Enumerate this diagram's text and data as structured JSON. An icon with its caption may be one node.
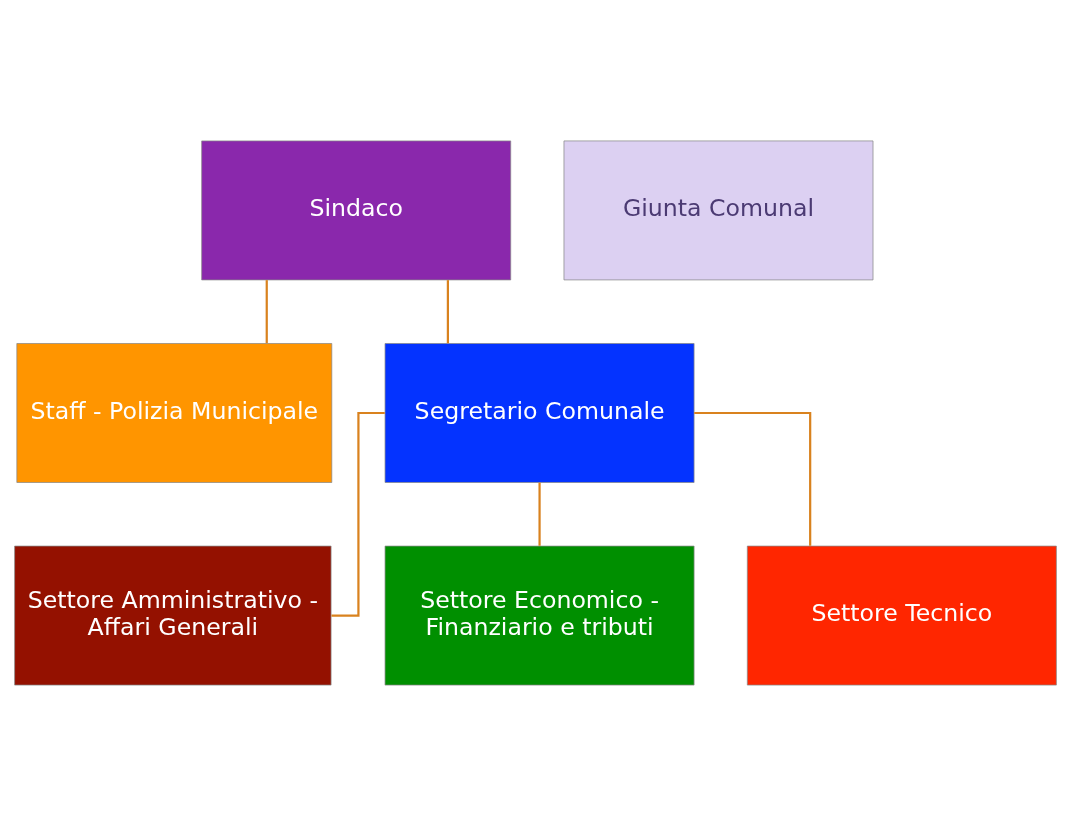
{
  "diagram": {
    "nodes": [
      {
        "text": [
          "Sindaco"
        ]
      },
      {
        "text": [
          "Giunta Comunal"
        ]
      },
      {
        "text": [
          "Staff - Polizia Municipale"
        ]
      },
      {
        "text": [
          "Segretario Comunale"
        ]
      },
      {
        "text": [
          "Settore Amministrativo - Affari Generali"
        ]
      },
      {
        "text": [
          "Settore Economico - Finanziario e tributi"
        ]
      },
      {
        "text": [
          "Settore Tecnico"
        ]
      }
    ],
    "edges": [
      {
        "from": 0,
        "to": 2,
        "arrow": "none"
      },
      {
        "from": 0,
        "to": 3,
        "arrow": "none"
      },
      {
        "from": 3,
        "to": 4,
        "arrow": "none"
      },
      {
        "from": 3,
        "to": 5,
        "arrow": "none"
      },
      {
        "from": 3,
        "to": 6,
        "arrow": "none"
      }
    ]
  }
}
